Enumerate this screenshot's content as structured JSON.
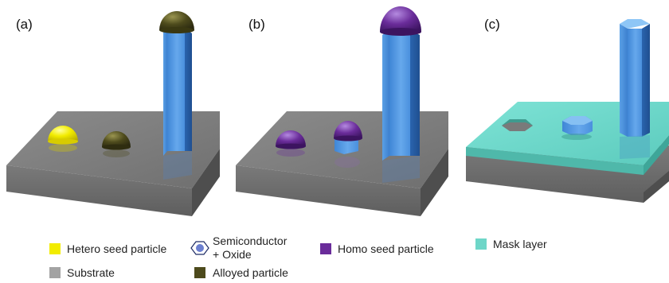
{
  "panels": [
    {
      "label": "(a)"
    },
    {
      "label": "(b)"
    },
    {
      "label": "(c)"
    }
  ],
  "legend": {
    "hetero_seed": {
      "text": "Hetero seed particle",
      "color": "#f2ec00"
    },
    "substrate": {
      "text": "Substrate",
      "color": "#a3a3a3"
    },
    "semiconductor_oxide": {
      "line1": "Semiconductor",
      "line2": "+ Oxide",
      "color": "#6b7fd0"
    },
    "alloyed": {
      "text": "Alloyed particle",
      "color": "#4d4a1c"
    },
    "homo_seed": {
      "text": "Homo seed particle",
      "color": "#6a2c9a"
    },
    "mask": {
      "text": "Mask layer",
      "color": "#6ed6c8"
    }
  }
}
